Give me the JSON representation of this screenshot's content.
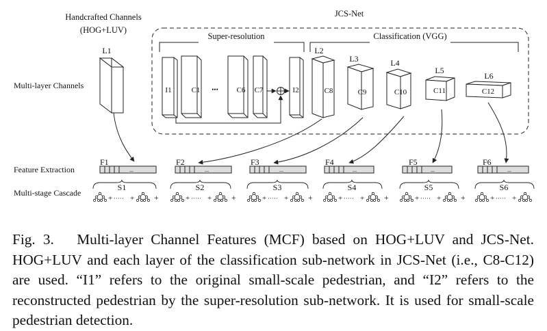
{
  "figure": {
    "handcrafted_title": [
      "Handcrafted Channels",
      "(HOG+LUV)"
    ],
    "jcs_title": "JCS-Net",
    "sr_label": "Super-resolution",
    "cls_label": "Classification (VGG)",
    "row_labels": {
      "multi_layer": "Multi-layer Channels",
      "feature_extraction": "Feature Extraction",
      "cascade": "Multi-stage Cascade"
    },
    "layers": [
      "L1",
      "L2",
      "L3",
      "L4",
      "L5",
      "L6"
    ],
    "sr_blocks": [
      "I1",
      "C1",
      "C6",
      "C7",
      "I2"
    ],
    "ellipsis": "•••",
    "cls_blocks": [
      "C8",
      "C9",
      "C10",
      "C11",
      "C12"
    ],
    "features": [
      "F1",
      "F2",
      "F3",
      "F4",
      "F5",
      "F6"
    ],
    "feature_dots": "...",
    "stages": [
      "S1",
      "S2",
      "S3",
      "S4",
      "S5",
      "S6"
    ],
    "cascade_sep": "+",
    "cascade_dots": "·····"
  },
  "caption": {
    "label": "Fig. 3.",
    "text": "Multi-layer Channel Features (MCF) based on HOG+LUV and JCS-Net. HOG+LUV and each layer of the classification sub-network in JCS-Net (i.e., C8-C12) are used. “I1” refers to the original small-scale pedestrian, and “I2” refers to the reconstructed pedestrian by the super-resolution sub-network. It is used for small-scale pedestrian detection."
  }
}
